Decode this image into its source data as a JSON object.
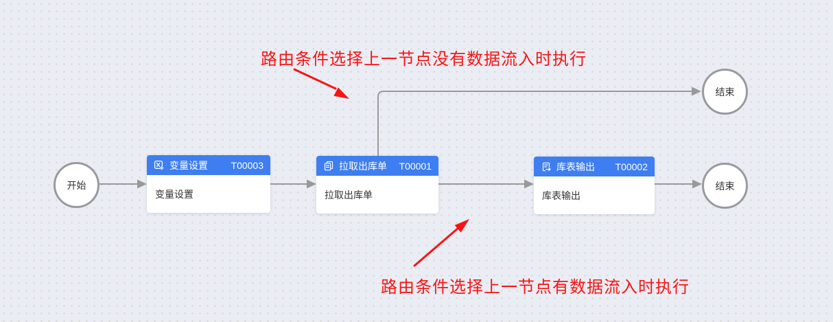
{
  "flow": {
    "start": {
      "label": "开始"
    },
    "tasks": [
      {
        "icon": "variable-settings-icon",
        "title": "变量设置",
        "code": "T00003",
        "body": "变量设置"
      },
      {
        "icon": "pull-outbound-order-icon",
        "title": "拉取出库单",
        "code": "T00001",
        "body": "拉取出库单"
      },
      {
        "icon": "table-output-icon",
        "title": "库表输出",
        "code": "T00002",
        "body": "库表输出"
      }
    ],
    "ends": [
      {
        "label": "结束"
      },
      {
        "label": "结束"
      }
    ]
  },
  "annotations": {
    "top": "路由条件选择上一节点没有数据流入时执行",
    "bottom": "路由条件选择上一节点有数据流入时执行"
  },
  "colors": {
    "header_blue": "#3e7ef0",
    "connector_gray": "#999999",
    "annotation_red": "#f81414",
    "canvas_bg": "#eaedf4",
    "grid_dot": "#d8d5cf",
    "circle_border": "#979b9f"
  }
}
